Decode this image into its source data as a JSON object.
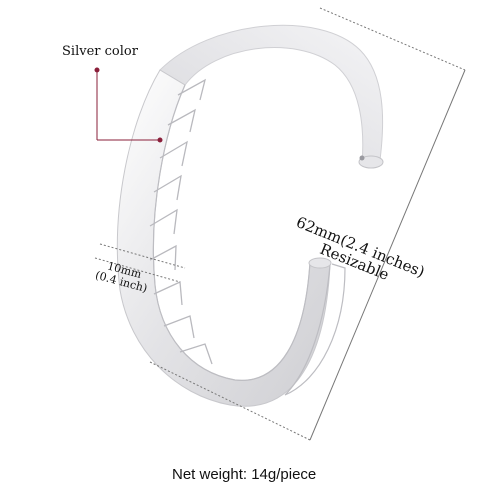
{
  "callout": {
    "color_label": "Silver color"
  },
  "dimensions": {
    "width_mm": "10mm",
    "width_in": "(0.4 inch)",
    "diameter": "62mm(2.4 inches)",
    "resizable": "Resizable"
  },
  "footer": {
    "net_weight": "Net weight: 14g/piece"
  },
  "colors": {
    "silver": "#e8e8ea",
    "accent_line": "#8a1f3a",
    "dim_line": "#777777"
  }
}
